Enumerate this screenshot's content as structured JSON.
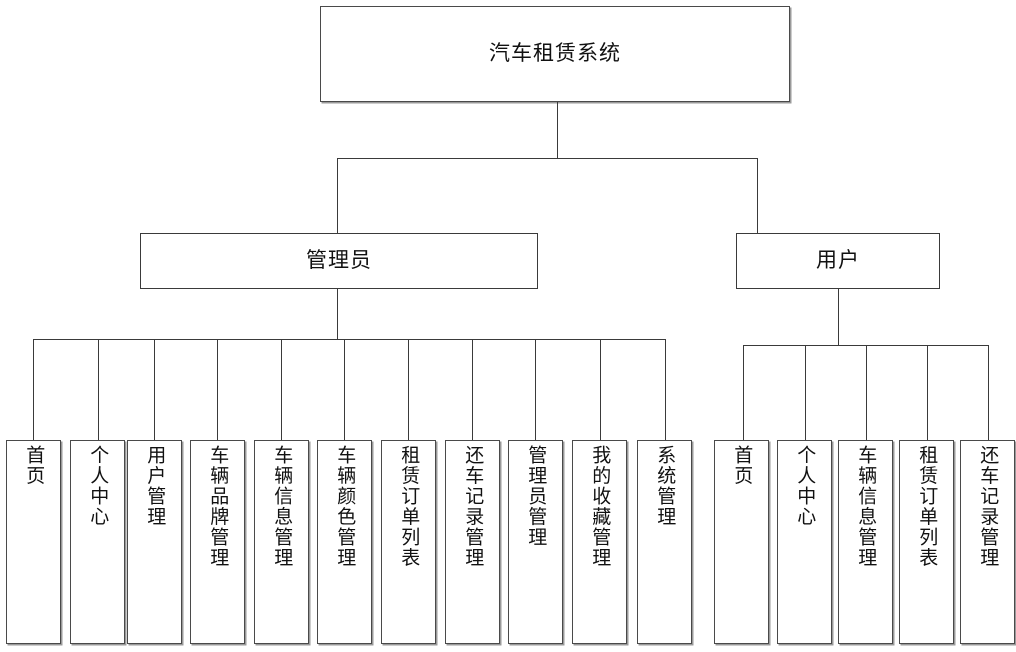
{
  "diagram": {
    "title": "汽车租赁系统",
    "type": "tree-hierarchy",
    "root": {
      "label": "汽车租赁系统",
      "name": "root-node-car-rental-system"
    },
    "branches": [
      {
        "label": "管理员",
        "name": "branch-node-administrator",
        "children": [
          {
            "label": "首页",
            "name": "leaf-admin-home"
          },
          {
            "label": "个人中心",
            "name": "leaf-admin-personal-center"
          },
          {
            "label": "用户管理",
            "name": "leaf-admin-user-management"
          },
          {
            "label": "车辆品牌管理",
            "name": "leaf-admin-vehicle-brand-management"
          },
          {
            "label": "车辆信息管理",
            "name": "leaf-admin-vehicle-info-management"
          },
          {
            "label": "车辆颜色管理",
            "name": "leaf-admin-vehicle-color-management"
          },
          {
            "label": "租赁订单列表",
            "name": "leaf-admin-rental-order-list"
          },
          {
            "label": "还车记录管理",
            "name": "leaf-admin-return-record-management"
          },
          {
            "label": "管理员管理",
            "name": "leaf-admin-administrator-management"
          },
          {
            "label": "我的收藏管理",
            "name": "leaf-admin-my-favorites-management"
          },
          {
            "label": "系统管理",
            "name": "leaf-admin-system-management"
          }
        ]
      },
      {
        "label": "用户",
        "name": "branch-node-user",
        "children": [
          {
            "label": "首页",
            "name": "leaf-user-home"
          },
          {
            "label": "个人中心",
            "name": "leaf-user-personal-center"
          },
          {
            "label": "车辆信息管理",
            "name": "leaf-user-vehicle-info-management"
          },
          {
            "label": "租赁订单列表",
            "name": "leaf-user-rental-order-list"
          },
          {
            "label": "还车记录管理",
            "name": "leaf-user-return-record-management"
          }
        ]
      }
    ],
    "colors": {
      "background": "#ffffff",
      "stroke": "#3a3a3a",
      "text": "#111111",
      "shadow": "#9a9a9a"
    }
  }
}
